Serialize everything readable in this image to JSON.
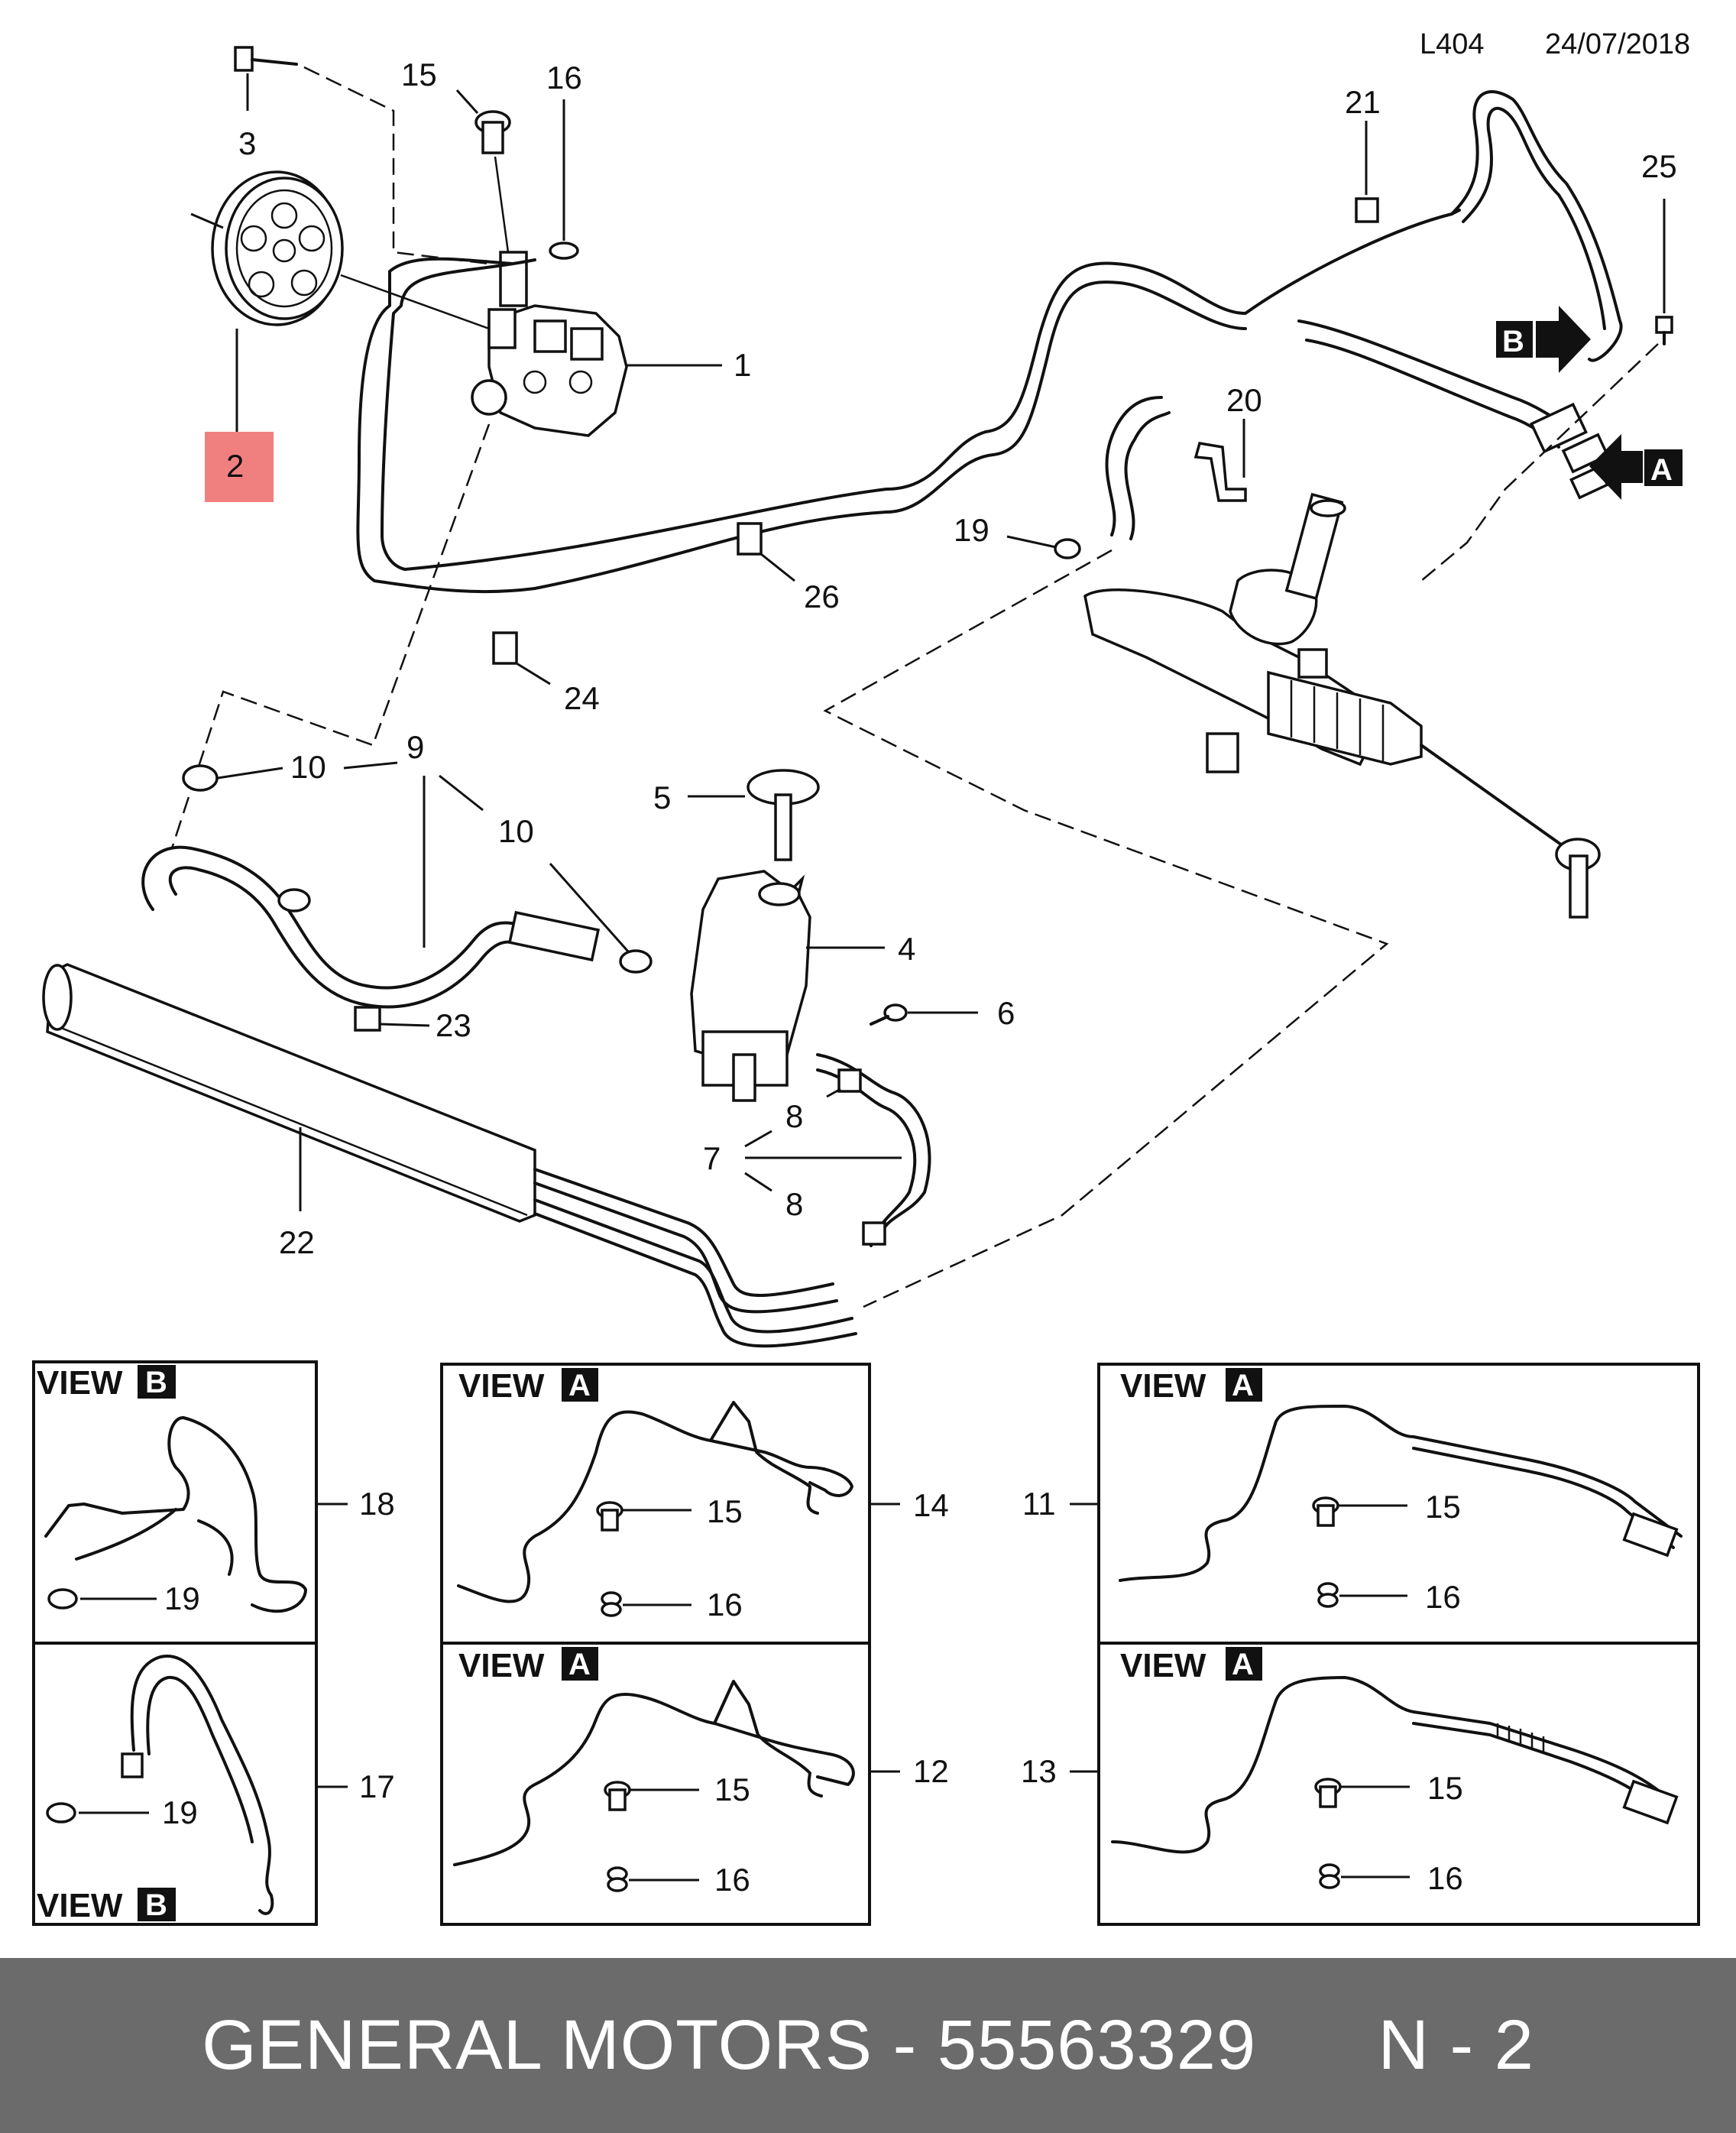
{
  "header": {
    "code": "L404",
    "date": "24/07/2018"
  },
  "highlight_color": "#f08080",
  "footer": {
    "brand": "GENERAL MOTORS",
    "separator": " - ",
    "part_number": "55563329",
    "sheet": "N - 2",
    "background": "#6b6b6b"
  },
  "callouts": {
    "c1": "1",
    "c2": "2",
    "c3": "3",
    "c4": "4",
    "c5": "5",
    "c6": "6",
    "c7": "7",
    "c8a": "8",
    "c8b": "8",
    "c9": "9",
    "c10a": "10",
    "c10b": "10",
    "c15": "15",
    "c16": "16",
    "c19": "19",
    "c20": "20",
    "c21": "21",
    "c22": "22",
    "c23": "23",
    "c24": "24",
    "c25": "25",
    "c26": "26"
  },
  "arrows": {
    "b": "B",
    "a": "A"
  },
  "views": [
    {
      "title": "VIEW",
      "letter": "B",
      "part": "18",
      "sub1": "19"
    },
    {
      "title": "VIEW",
      "letter": "B",
      "part": "17",
      "sub1": "19"
    },
    {
      "title": "VIEW",
      "letter": "A",
      "part": "14",
      "sub1": "15",
      "sub2": "16"
    },
    {
      "title": "VIEW",
      "letter": "A",
      "part": "12",
      "sub1": "15",
      "sub2": "16"
    },
    {
      "title": "VIEW",
      "letter": "A",
      "part": "11",
      "sub1": "15",
      "sub2": "16"
    },
    {
      "title": "VIEW",
      "letter": "A",
      "part": "13",
      "sub1": "15",
      "sub2": "16"
    }
  ]
}
